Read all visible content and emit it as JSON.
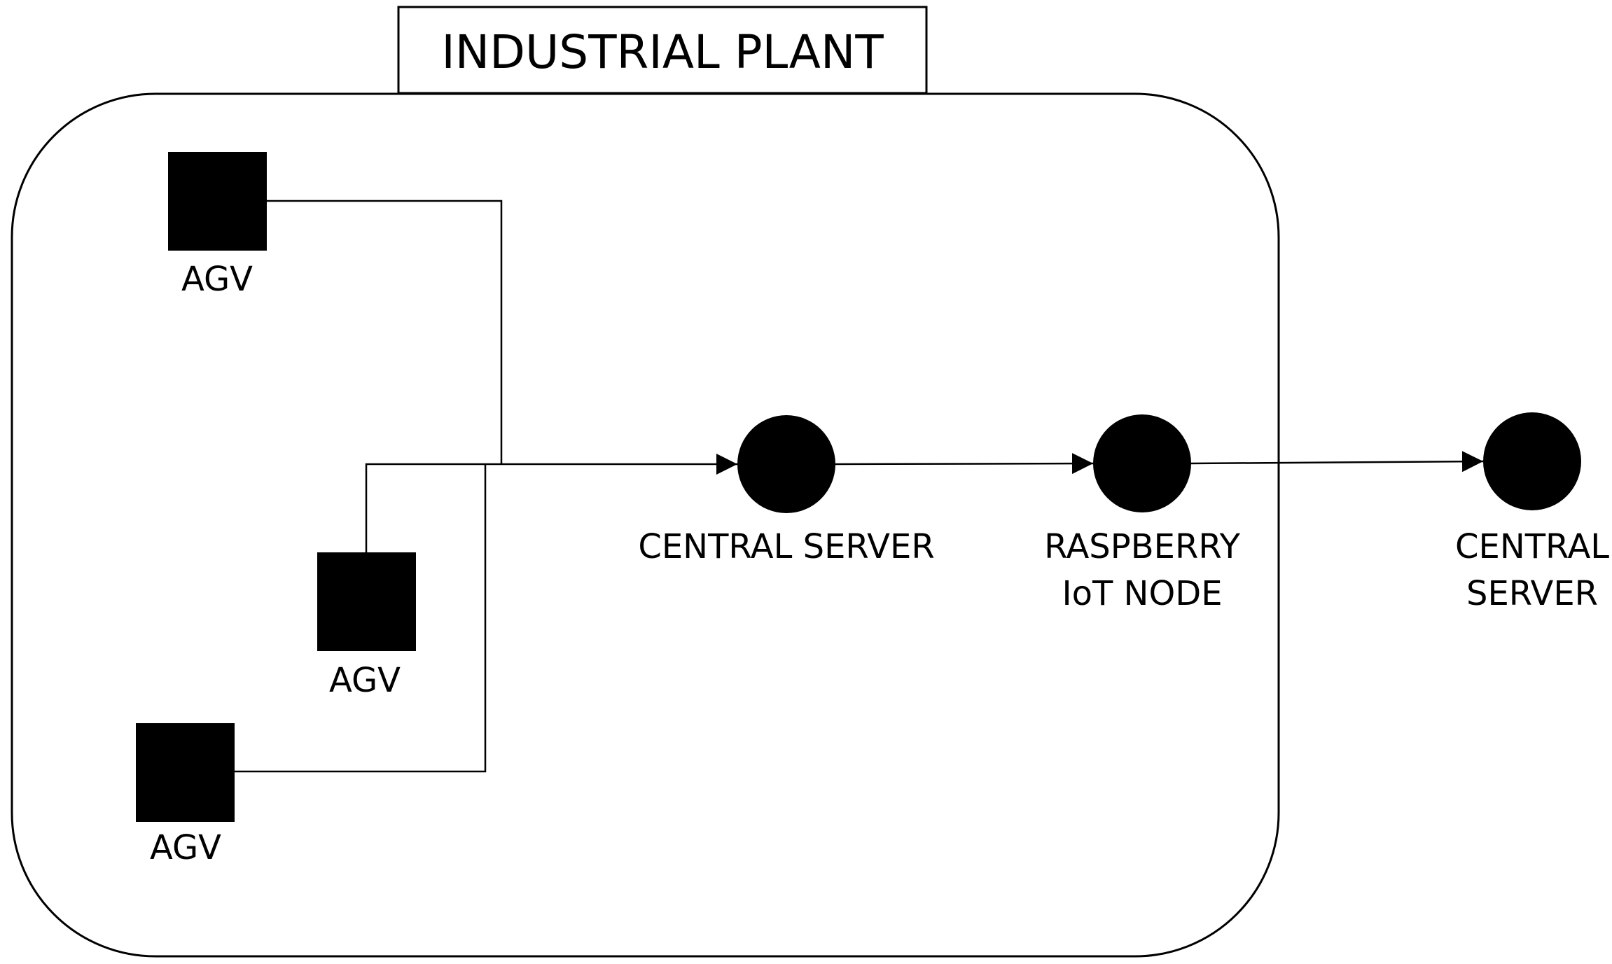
{
  "plant": {
    "title": "INDUSTRIAL PLANT"
  },
  "agvs": [
    {
      "label": "AGV"
    },
    {
      "label": "AGV"
    },
    {
      "label": "AGV"
    }
  ],
  "nodes": {
    "central_server_internal": {
      "label_lines": [
        "CENTRAL SERVER"
      ]
    },
    "raspberry_iot_node": {
      "label_lines": [
        "RASPBERRY",
        "IoT NODE"
      ]
    },
    "central_server_external": {
      "label_lines": [
        "CENTRAL",
        "SERVER"
      ]
    }
  },
  "colors": {
    "ink": "#000000",
    "background": "#ffffff"
  }
}
